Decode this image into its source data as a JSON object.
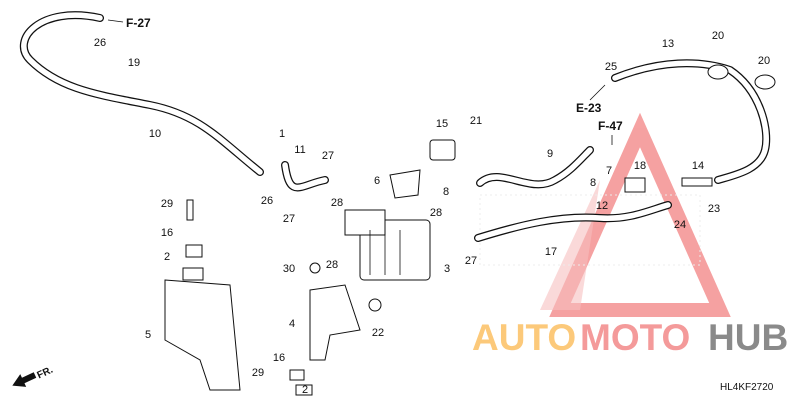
{
  "diagram_code": "HL4KF2720",
  "front_label": "FR.",
  "references": {
    "f27": "F-27",
    "f47": "F-47",
    "e23": "E-23"
  },
  "callouts": [
    "26",
    "19",
    "10",
    "1",
    "11",
    "27",
    "26",
    "29",
    "16",
    "2",
    "27",
    "28",
    "6",
    "15",
    "21",
    "8",
    "28",
    "28",
    "30",
    "3",
    "5",
    "4",
    "22",
    "29",
    "16",
    "2",
    "9",
    "27",
    "8",
    "7",
    "25",
    "13",
    "20",
    "20",
    "18",
    "14",
    "12",
    "17",
    "24",
    "23"
  ],
  "watermark": {
    "part1": "AUTO",
    "part2": "MOTO",
    "part3": "HUB",
    "color1": "#fcc97a",
    "color2": "#f49a9a",
    "color3": "#8a8a8a"
  }
}
